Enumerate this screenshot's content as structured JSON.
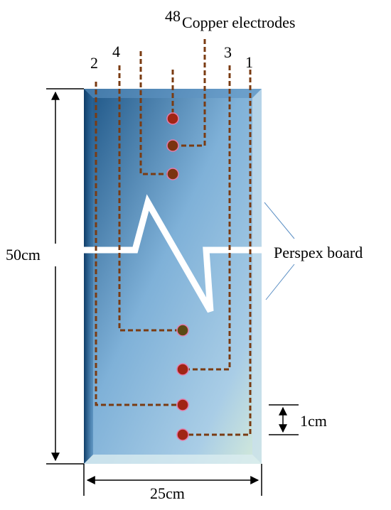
{
  "labels": {
    "copper_electrodes": "Copper electrodes",
    "perspex_board": "Perspex board",
    "height": "50cm",
    "width": "25cm",
    "spacing": "1cm"
  },
  "electrode_numbers": {
    "n48": "48",
    "n4": "4",
    "n2": "2",
    "n3": "3",
    "n1": "1"
  },
  "colors": {
    "wire": "#7a3b12",
    "electrode": "#a02514",
    "board_dark": "#1f5a8a",
    "board_light": "#b7d6ea",
    "leader": "#5b8fc4"
  }
}
